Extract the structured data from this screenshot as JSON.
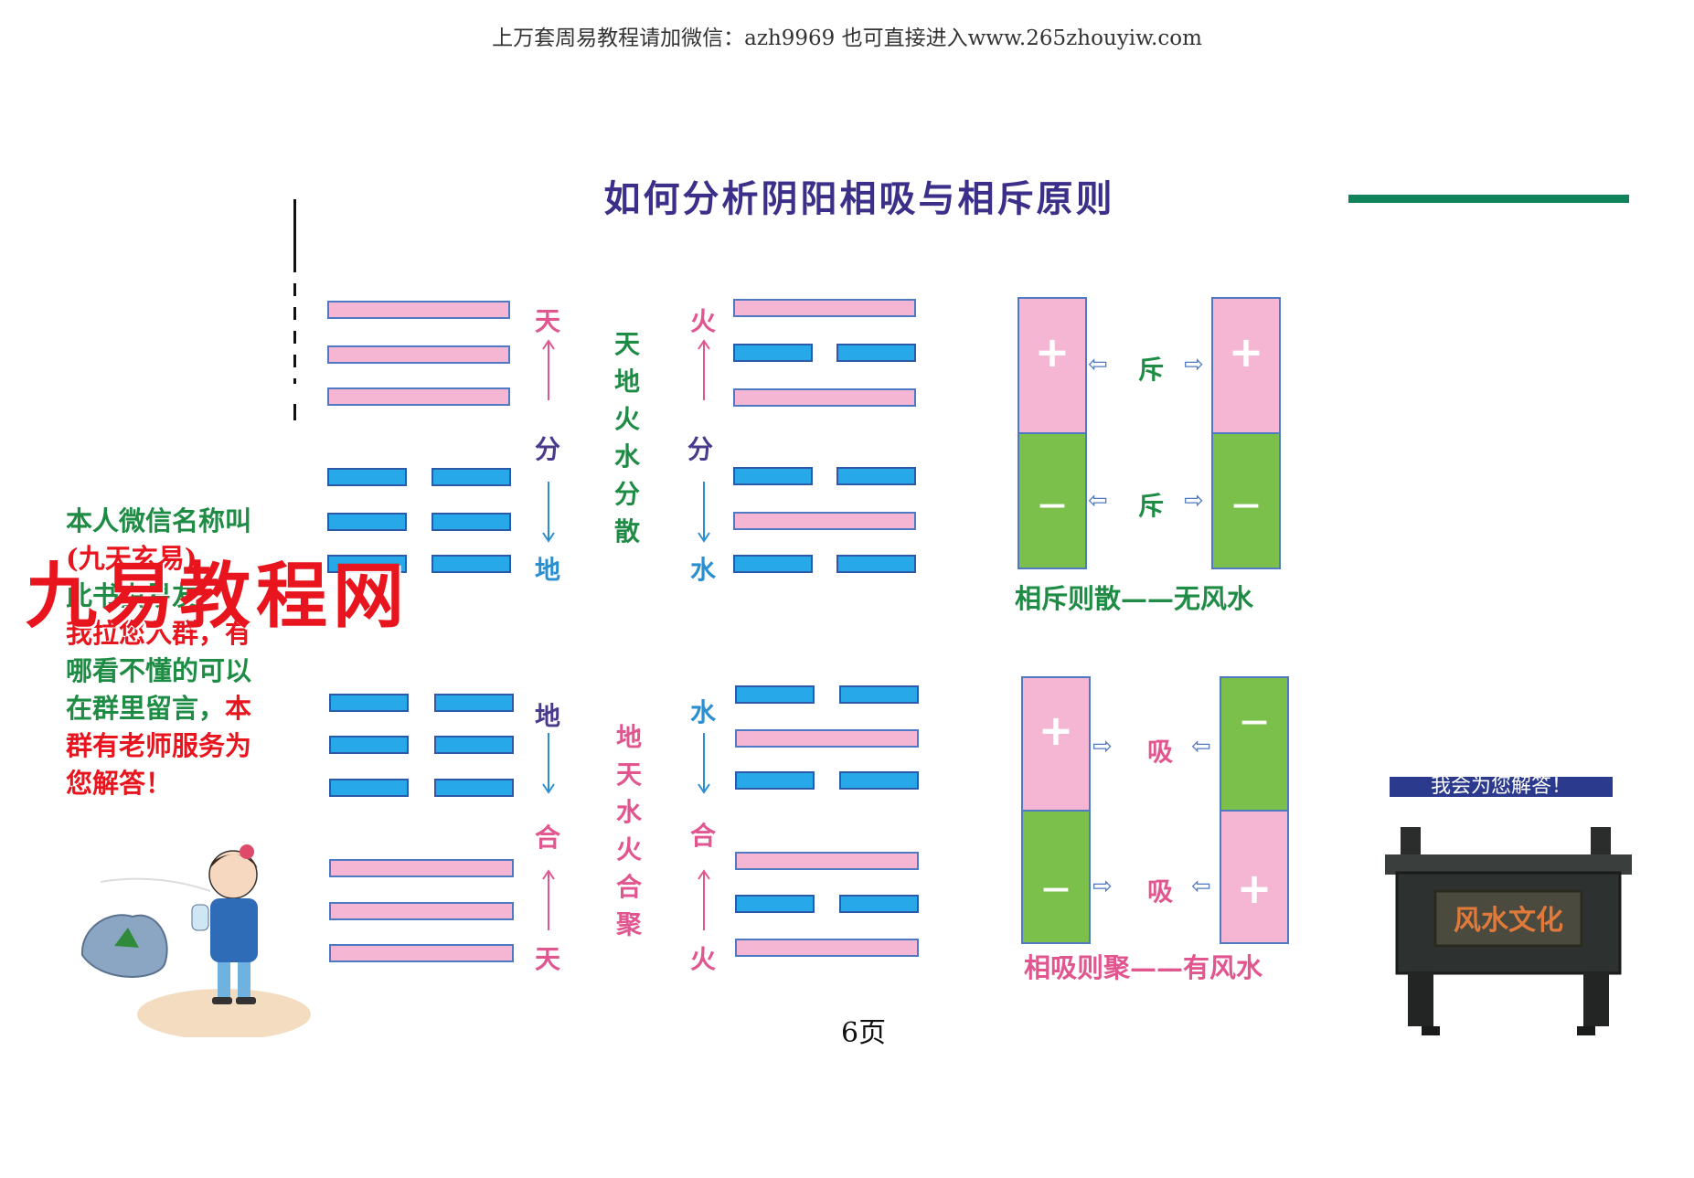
{
  "header": "上万套周易教程请加微信：azh9969 也可直接进入www.265zhouyiw.com",
  "title": "如何分析阴阳相吸与相斥原则",
  "page_number": "6页",
  "colors": {
    "yang_pink": "#f4b6d2",
    "yin_blue": "#27a8e8",
    "green_accent": "#11835a",
    "watermark_red": "#e8151e"
  },
  "hexagrams": {
    "top_left": {
      "upper_label": "天",
      "middle_label": "分",
      "lower_label": "地"
    },
    "top_middle_text": [
      "天",
      "地",
      "火",
      "水",
      "分",
      "散"
    ],
    "top_right": {
      "upper_label": "火",
      "middle_label": "分",
      "lower_label": "水"
    },
    "bottom_left": {
      "upper_label": "地",
      "middle_label": "合",
      "lower_label": "天"
    },
    "bottom_middle_text": [
      "地",
      "天",
      "水",
      "火",
      "合",
      "聚"
    ],
    "bottom_right": {
      "upper_label": "水",
      "middle_label": "合",
      "lower_label": "火"
    }
  },
  "repel": {
    "plus": "+",
    "minus": "—",
    "label_top": "斥",
    "label_bottom": "斥",
    "caption": "相斥则散——无风水"
  },
  "attract": {
    "plus": "+",
    "minus": "—",
    "label_top": "吸",
    "label_bottom": "吸",
    "caption": "相吸则聚——有风水"
  },
  "sidebar": {
    "line1": "本人微信名称叫",
    "line2": "(九天玄易)",
    "line3": "此书由易友",
    "line4": "我拉您入群，有",
    "line5": "哪看不懂的可以",
    "line6": "在群里留言，",
    "line6b": "本",
    "line7": "群有老师服务为",
    "line8": "您解答！"
  },
  "watermark": "九易教程网",
  "cauldron": {
    "banner": "我会为您解答！",
    "plaque": "风水文化"
  }
}
